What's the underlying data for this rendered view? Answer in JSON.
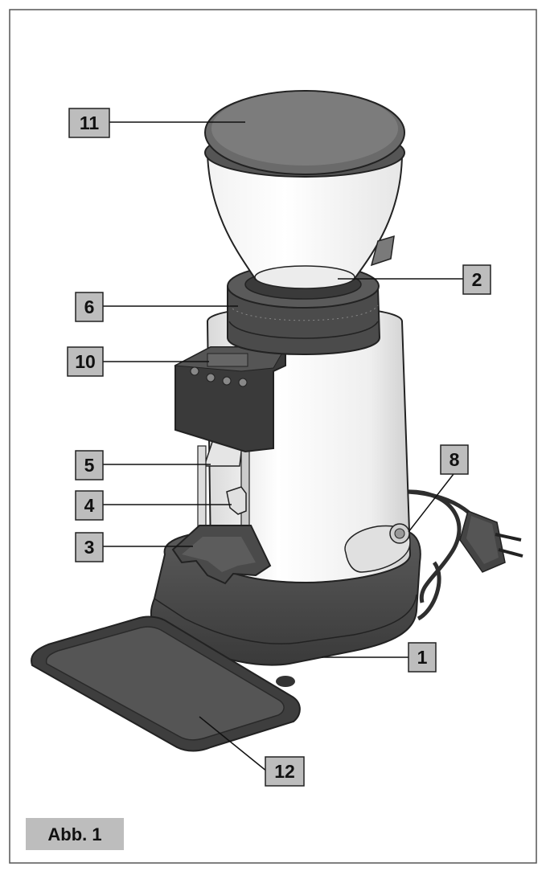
{
  "caption": "Abb. 1",
  "callouts": {
    "hopper_lid": "11",
    "hopper": "2",
    "grind_adjust_ring": "6",
    "control_panel": "10",
    "portafilter_fork": "5",
    "grind_switch": "4",
    "portafilter_rest": "3",
    "power_switch": "8",
    "base": "1",
    "drip_tray": "12"
  },
  "colors": {
    "frame": "#555555",
    "label_fill": "#bdbdbd",
    "label_stroke": "#222222",
    "body_silver": "#e9e9e9",
    "dark_part": "#4a4a4a",
    "darker_part": "#383838"
  }
}
